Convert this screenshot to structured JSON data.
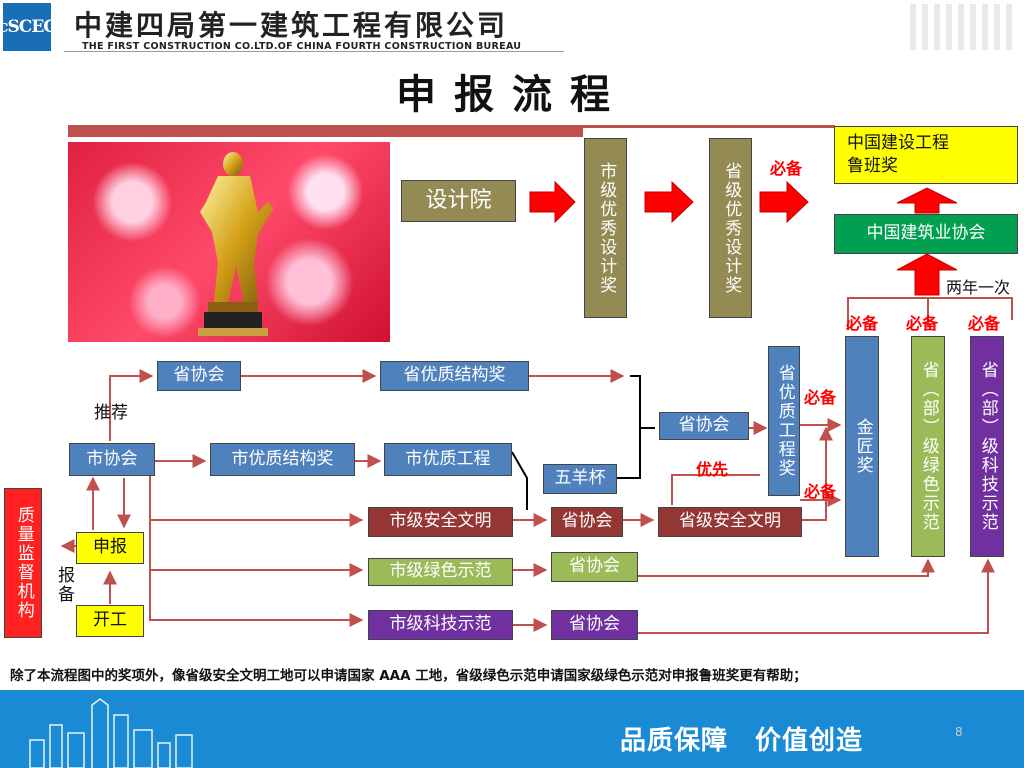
{
  "header": {
    "logo_text": "cSCEC",
    "company_cn": "中建四局第一建筑工程有限公司",
    "company_en": "THE FIRST CONSTRUCTION CO.LTD.OF CHINA FOURTH CONSTRUCTION BUREAU"
  },
  "title": "申报流程",
  "nodes": {
    "design_institute": "设计院",
    "city_design_award": "市级优秀设计奖",
    "province_design_award": "省级优秀设计奖",
    "luban_award": "中国建设工程\n鲁班奖",
    "china_assoc": "中国建筑业协会",
    "prov_assoc_top": "省协会",
    "prov_quality_struct": "省优质结构奖",
    "city_assoc": "市协会",
    "city_quality_struct": "市优质结构奖",
    "city_quality_proj": "市优质工程",
    "wuyang_cup": "五羊杯",
    "prov_assoc_mid": "省协会",
    "prov_quality_proj": "省优质工程奖",
    "golden_craftsman": "金匠奖",
    "prov_green_demo": "省（部）级绿色示范",
    "prov_tech_demo": "省（部）级科技示范",
    "city_safety": "市级安全文明",
    "prov_assoc_safety": "省协会",
    "prov_safety": "省级安全文明",
    "city_green": "市级绿色示范",
    "prov_assoc_green": "省协会",
    "city_tech": "市级科技示范",
    "prov_assoc_tech": "省协会",
    "quality_supervision": "质量监督机构",
    "declare": "申报",
    "start_work": "开工"
  },
  "labels": {
    "must1": "必备",
    "must_a": "必备",
    "must_b": "必备",
    "must_c": "必备",
    "must_q1": "必备",
    "must_q2": "必备",
    "priority": "优先",
    "recommend": "推荐",
    "report": "报备",
    "biennial": "两年一次"
  },
  "footer": {
    "note": "除了本流程图中的奖项外，像省级安全文明工地可以申请国家 AAA 工地，省级绿色示范申请国家级绿色示范对申报鲁班奖更有帮助；",
    "slogan": "品质保障　价值创造",
    "page_number": "8"
  },
  "colors": {
    "accent_red": "#c0504d",
    "blue_box": "#4f81bd",
    "olive_box": "#948a54",
    "footer_blue": "#1a8ad4"
  }
}
